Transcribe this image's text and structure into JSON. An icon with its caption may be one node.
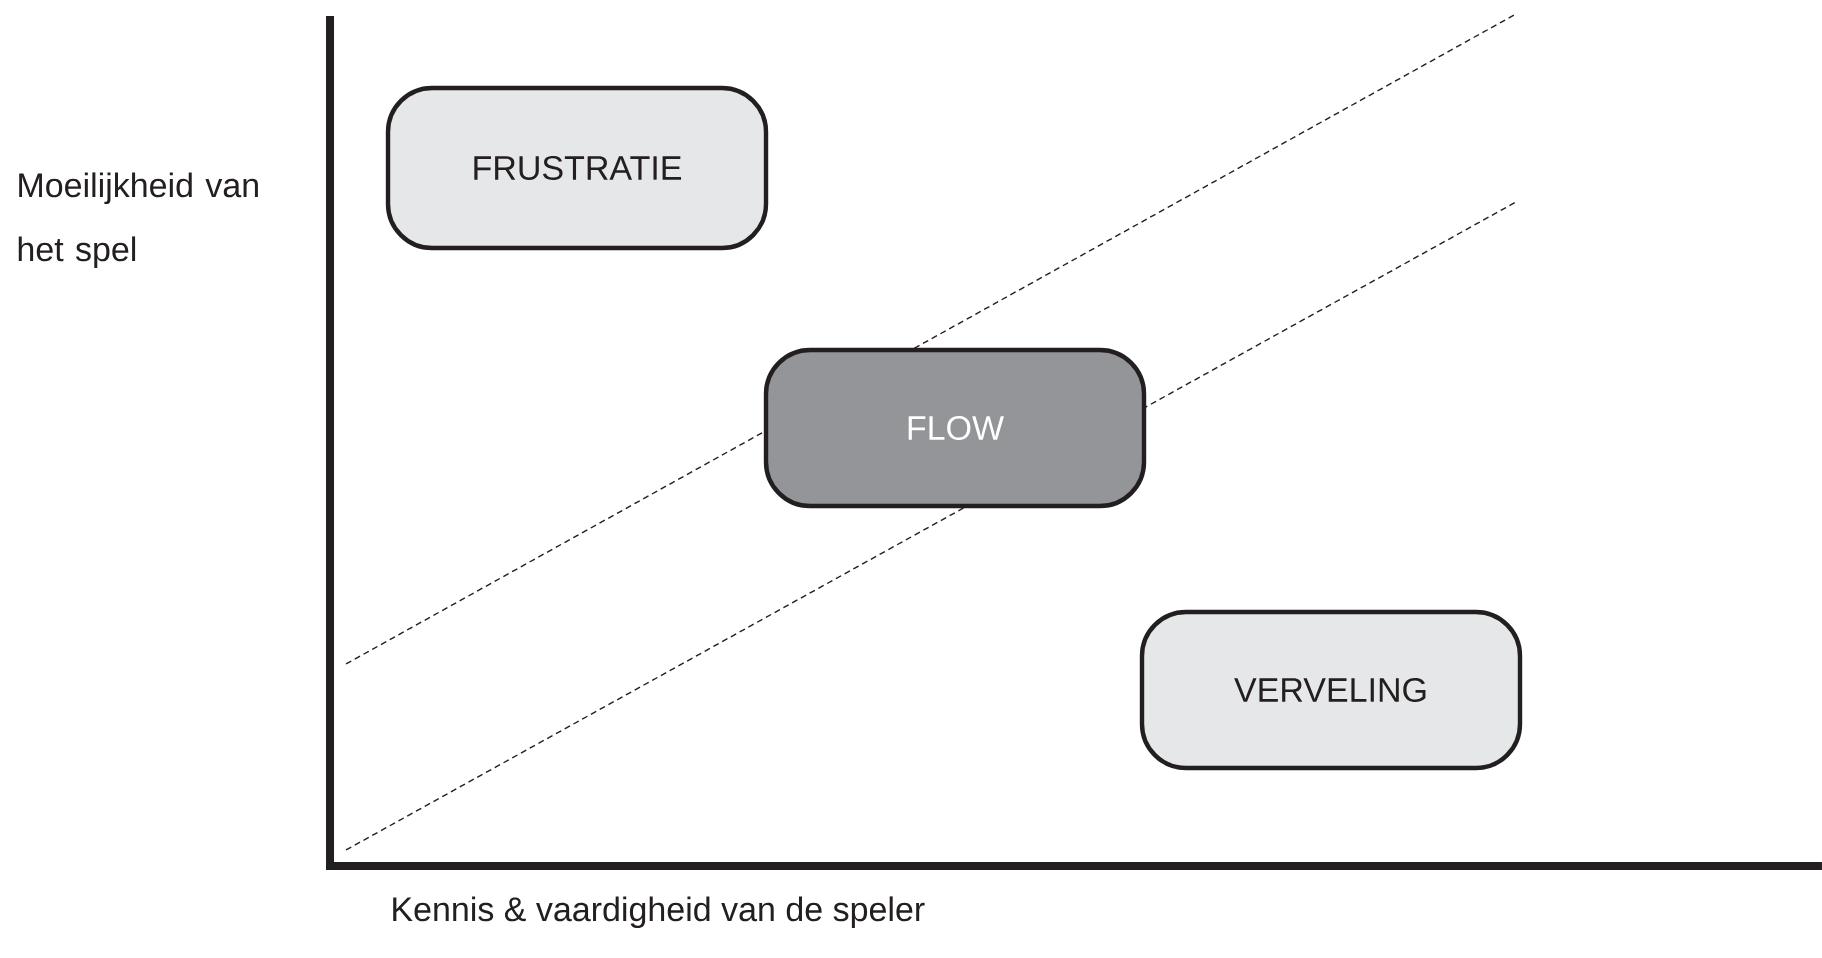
{
  "diagram": {
    "nodes": [
      {
        "text": [
          "FRUSTRATIE"
        ]
      },
      {
        "text": [
          "FLOW"
        ]
      },
      {
        "text": [
          "VERVELING"
        ]
      }
    ],
    "labels": [
      "Moeilijkheid van het spel",
      "Kennis & vaardigheid van de speler"
    ]
  }
}
